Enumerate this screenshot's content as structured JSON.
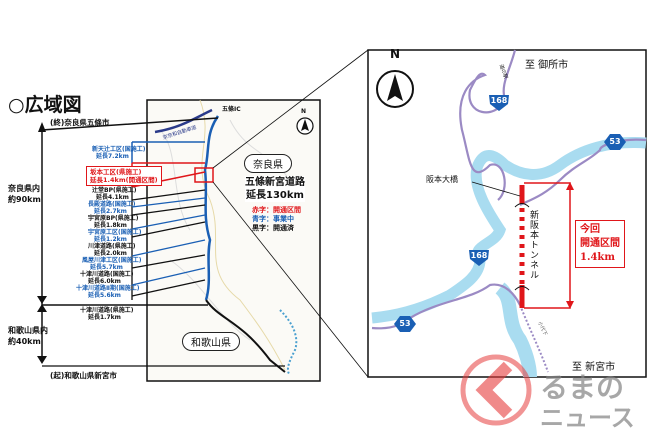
{
  "overview": {
    "title": "○広域図",
    "end_point": "(終)奈良県五條市",
    "start_point": "(起)和歌山県新宮市",
    "nara_section": {
      "label": "奈良県内",
      "length": "約90km"
    },
    "wakayama_section": {
      "label": "和歌山県内",
      "length": "約40km"
    },
    "sections": [
      {
        "name": "新天辻工区(国施工)",
        "length": "延長7.2km",
        "color": "blue"
      },
      {
        "name": "坂本工区(県施工)",
        "length": "延長1.4km(開通区間)",
        "color": "red"
      },
      {
        "name": "辻堂BP(県施工)",
        "length": "延長4.1km",
        "color": "black"
      },
      {
        "name": "長殿道路(国施工)",
        "length": "延長2.7km",
        "color": "blue"
      },
      {
        "name": "宇宮原BP(県施工)",
        "length": "延長1.8km",
        "color": "black"
      },
      {
        "name": "宇宮原工区(国施工)",
        "length": "延長1.2km",
        "color": "blue"
      },
      {
        "name": "川津道路(県施工)",
        "length": "延長2.0km",
        "color": "black"
      },
      {
        "name": "風屋川津工区(国施工)",
        "length": "延長5.7km",
        "color": "blue"
      },
      {
        "name": "十津川道路(国施工)",
        "length": "延長6.0km",
        "color": "black"
      },
      {
        "name": "十津川道路Ⅱ期(国施工)",
        "length": "延長5.6km",
        "color": "blue"
      },
      {
        "name": "十津川道路(県施工)",
        "length": "延長1.7km",
        "color": "black"
      }
    ],
    "map": {
      "interchange": "五條IC",
      "expressway": "京奈和自動車道",
      "compass": "N",
      "nara_pref": "奈良県",
      "wakayama_pref": "和歌山県",
      "road_name": "五條新宮道路",
      "road_length": "延長130km",
      "legend": [
        {
          "label": "赤字：開通区間",
          "color": "#e0161a"
        },
        {
          "label": "青字：事業中",
          "color": "#1a5fb4"
        },
        {
          "label": "黒字：開通済",
          "color": "#111111"
        }
      ]
    }
  },
  "detail": {
    "compass": "N",
    "to_north": "至 御所市",
    "to_south": "至 新宮市",
    "michi_no_eki": "道の駅",
    "bridge": "阪本大橋",
    "tunnel": "新阪本トンネル",
    "route_168": "168",
    "route_53": "53",
    "open_section": [
      "今回",
      "開通区間",
      "1.4km"
    ],
    "river": "小代下"
  },
  "watermark": {
    "text1": "るまの",
    "text2": "ニュース"
  },
  "colors": {
    "red": "#e0161a",
    "blue": "#1a5fb4",
    "river": "#a9dcf0",
    "road": "#9b8ac4"
  }
}
